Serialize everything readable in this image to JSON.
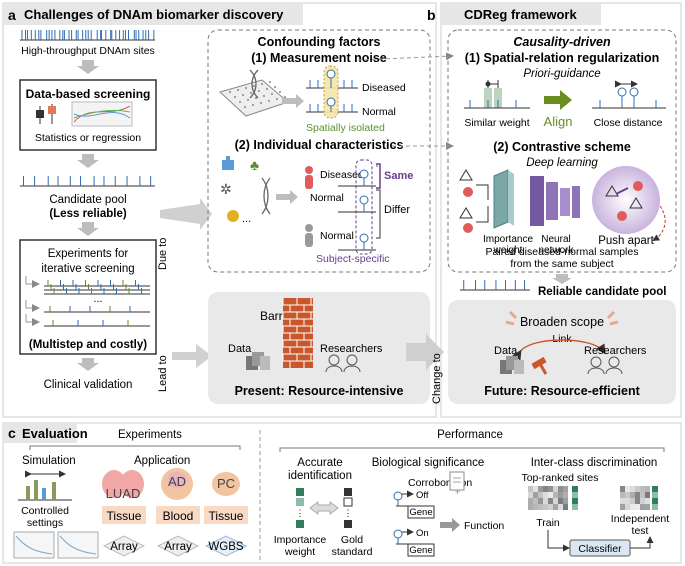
{
  "colors": {
    "panel_bg": "#e6e6e6",
    "box_border": "#3a3a3a",
    "purple": "#6a3d8f",
    "green": "#5b8f2e",
    "blue_tick": "#2f6db3",
    "orange": "#c8572c",
    "gray_arrow": "#bdbdbd"
  },
  "a": {
    "letter": "a",
    "title": "Challenges of DNAm biomarker discovery",
    "sites": "High-throughput DNAm sites",
    "screen_title": "Data-based screening",
    "screen_sub": "Statistics or regression",
    "pool_title": "Candidate pool",
    "pool_sub": "(Less reliable)",
    "exp_line1": "Experiments for",
    "exp_line2": "iterative screening",
    "ellipsis": "...",
    "exp_note": "(Multistep and costly)",
    "clinical": "Clinical validation",
    "due_to": "Due to",
    "lead_to": "Lead to",
    "cf_title": "Confounding factors",
    "cf_1": "(1) Measurement noise",
    "diseased": "Diseased",
    "normal": "Normal",
    "spatial": "Spatially isolated",
    "cf_2": "(2) Individual characteristics",
    "same": "Same",
    "differ": "Differ",
    "subject": "Subject-specific",
    "barrier": "Barrier",
    "data": "Data",
    "researchers": "Researchers",
    "present": "Present: Resource-intensive"
  },
  "b": {
    "letter": "b",
    "title": "CDReg framework",
    "causality": "Causality-driven",
    "reg_title": "(1) Spatial-relation regularization",
    "priori": "Priori-guidance",
    "similar": "Similar weight",
    "align": "Align",
    "close": "Close distance",
    "contrast": "(2) Contrastive scheme",
    "deep": "Deep learning",
    "importance_1": "Importance",
    "importance_2": "weight",
    "neural_1": "Neural",
    "neural_2": "network",
    "push": "Push apart",
    "paired_1": "Paired diseased-normal samples",
    "paired_2": "from the same subject",
    "reliable": "Reliable candidate pool",
    "broaden": "Broaden scope",
    "link": "Link",
    "data": "Data",
    "researchers": "Researchers",
    "future": "Future: Resource-efficient",
    "change_to": "Change to"
  },
  "c": {
    "letter": "c",
    "title": "Evaluation",
    "experiments": "Experiments",
    "simulation": "Simulation",
    "application": "Application",
    "controlled_1": "Controlled",
    "controlled_2": "settings",
    "luad": "LUAD",
    "ad": "AD",
    "pc": "PC",
    "tissue1": "Tissue",
    "blood": "Blood",
    "tissue2": "Tissue",
    "array1": "Array",
    "array2": "Array",
    "wgbs": "WGBS",
    "performance": "Performance",
    "accurate_1": "Accurate",
    "accurate_2": "identification",
    "importance_1": "Importance",
    "importance_2": "weight",
    "gold_1": "Gold",
    "gold_2": "standard",
    "bio": "Biological significance",
    "corroboration": "Corroboration",
    "off": "Off",
    "on": "On",
    "gene1": "Gene",
    "gene2": "Gene",
    "function": "Function",
    "inter": "Inter-class discrimination",
    "topranked": "Top-ranked sites",
    "train": "Train",
    "indep_1": "Independent",
    "indep_2": "test",
    "classifier": "Classifier"
  }
}
